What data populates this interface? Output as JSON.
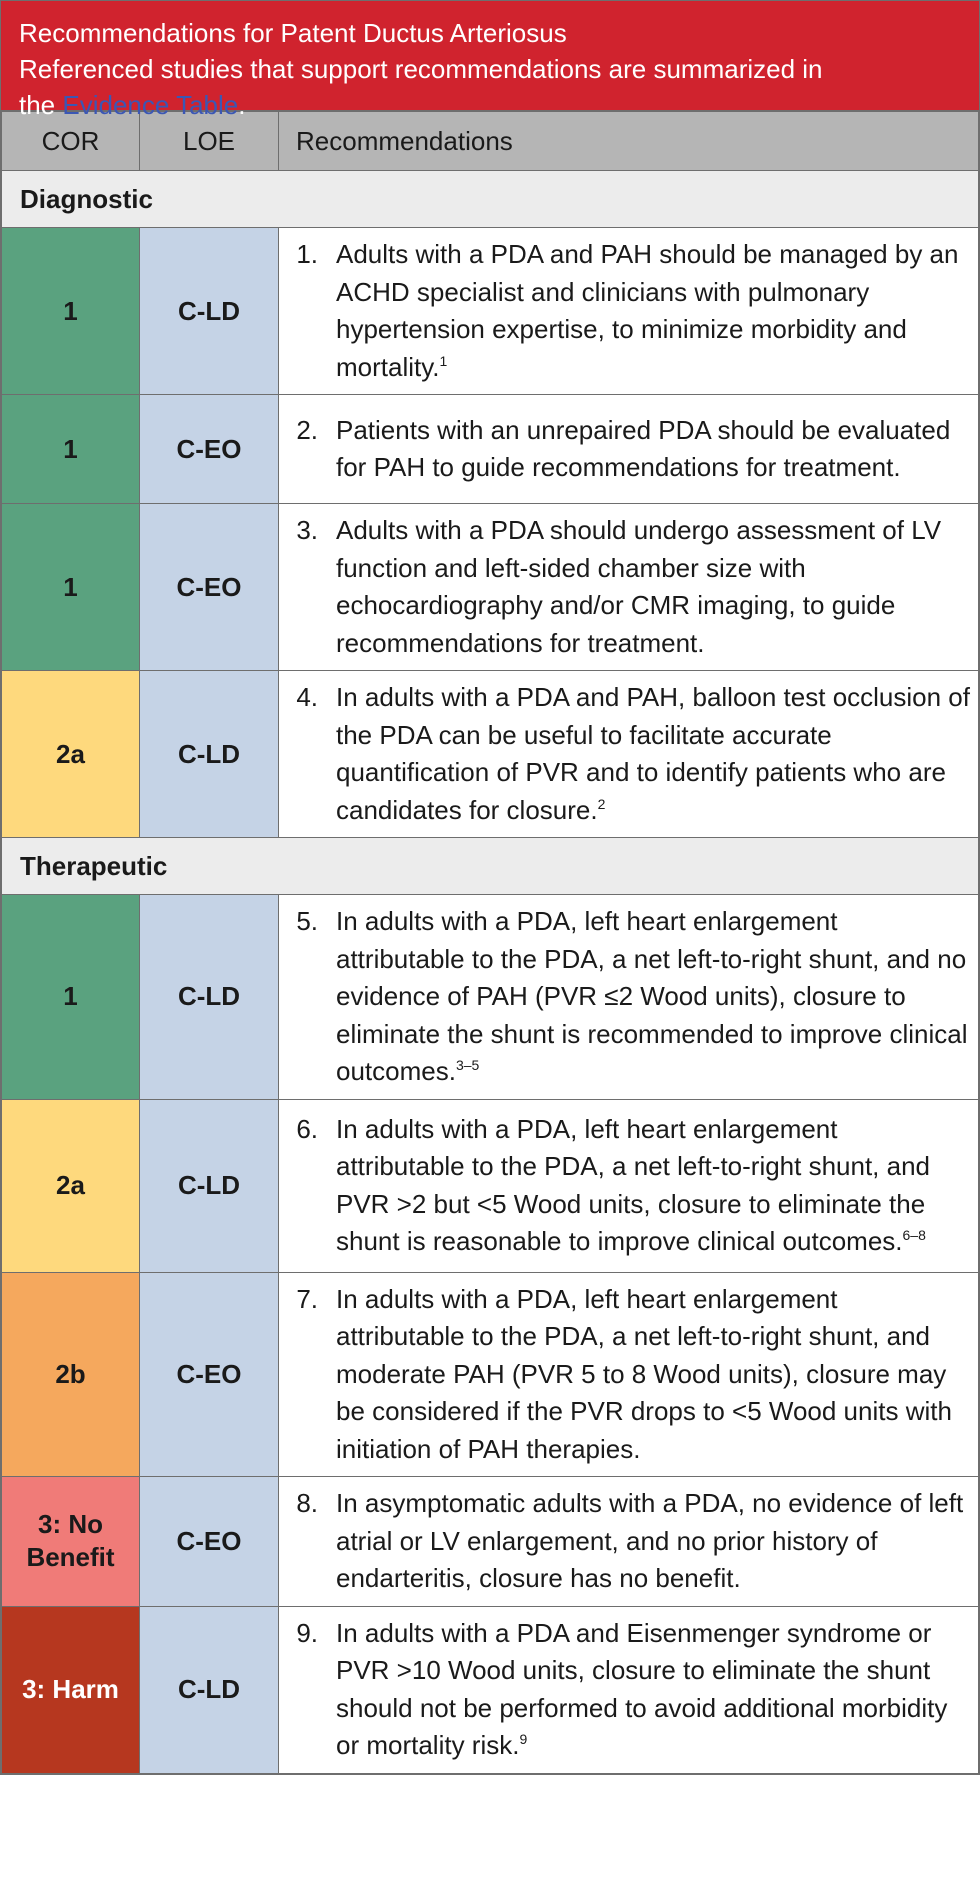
{
  "title": {
    "line1": "Recommendations for Patent Ductus Arteriosus",
    "line2": "Referenced studies that support recommendations are summarized in",
    "line3_prefix": "the ",
    "link_text": "Evidence Table",
    "line3_suffix": "."
  },
  "columns": {
    "cor": "COR",
    "loe": "LOE",
    "recommendations": "Recommendations"
  },
  "colors": {
    "banner": "#d0232e",
    "header": "#b5b5b5",
    "section": "#ececec",
    "loe": "#c5d3e6",
    "cor_1": "#5aa27f",
    "cor_2a": "#fed97d",
    "cor_2b": "#f5a85d",
    "cor_no_benefit": "#f07b78",
    "cor_harm": "#b6371f"
  },
  "sections": [
    {
      "label": "Diagnostic",
      "rows": [
        {
          "cor": "1",
          "loe": "C-LD",
          "num": "1.",
          "text": "Adults with a PDA and PAH should be managed by an ACHD specialist and clinicians with pulmonary hypertension expertise, to minimize morbidity and mortality.",
          "ref": "1"
        },
        {
          "cor": "1",
          "loe": "C-EO",
          "num": "2.",
          "text": "Patients with an unrepaired PDA should be evaluated for PAH to guide recommendations for treatment.",
          "ref": ""
        },
        {
          "cor": "1",
          "loe": "C-EO",
          "num": "3.",
          "text": "Adults with a PDA should undergo assessment of LV function and left-sided chamber size with echocardiography and/or CMR imaging, to guide recommendations for treatment.",
          "ref": ""
        },
        {
          "cor": "2a",
          "loe": "C-LD",
          "num": "4.",
          "text": "In adults with a PDA and PAH, balloon test occlusion of the PDA can be useful to facilitate accurate quantification of PVR and to identify patients who are candidates for closure.",
          "ref": "2"
        }
      ]
    },
    {
      "label": "Therapeutic",
      "rows": [
        {
          "cor": "1",
          "loe": "C-LD",
          "num": "5.",
          "text": "In adults with a PDA, left heart enlargement attributable to the PDA, a net left-to-right shunt, and no evidence of PAH (PVR ≤2 Wood units), closure to eliminate the shunt is recommended to improve clinical outcomes.",
          "ref": "3–5"
        },
        {
          "cor": "2a",
          "loe": "C-LD",
          "num": "6.",
          "text": "In adults with a PDA, left heart enlargement attributable to the PDA, a net left-to-right shunt, and PVR >2 but <5 Wood units, closure to eliminate the shunt is reasonable to improve clinical outcomes.",
          "ref": "6–8"
        },
        {
          "cor": "2b",
          "loe": "C-EO",
          "num": "7.",
          "text": "In adults with a PDA, left heart enlargement attributable to the PDA, a net left-to-right shunt, and moderate PAH (PVR 5 to 8 Wood units), closure may be considered if the PVR drops to <5 Wood units with initiation of PAH therapies.",
          "ref": ""
        },
        {
          "cor": "3: No Benefit",
          "loe": "C-EO",
          "num": "8.",
          "text": "In asymptomatic adults with a PDA, no evidence of left atrial or LV enlargement, and no prior history of endarteritis, closure has no benefit.",
          "ref": ""
        },
        {
          "cor": "3: Harm",
          "loe": "C-LD",
          "num": "9.",
          "text": "In adults with a PDA and Eisenmenger syndrome or PVR >10 Wood units, closure to eliminate the shunt should not be performed to avoid additional morbidity or mortality risk.",
          "ref": "9"
        }
      ]
    }
  ]
}
